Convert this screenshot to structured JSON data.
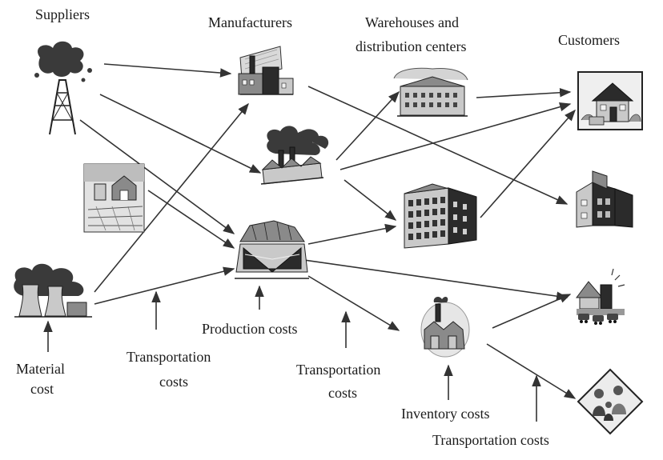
{
  "stages": {
    "suppliers": "Suppliers",
    "manufacturers": "Manufacturers",
    "warehouses_line1": "Warehouses and",
    "warehouses_line2": "distribution centers",
    "customers": "Customers"
  },
  "costs": {
    "material_line1": "Material",
    "material_line2": "cost",
    "transport1_line1": "Transportation",
    "transport1_line2": "costs",
    "production": "Production costs",
    "transport2_line1": "Transportation",
    "transport2_line2": "costs",
    "inventory": "Inventory costs",
    "transport3": "Transportation costs"
  },
  "icons": {
    "supplier_oil": "oil-well-icon",
    "supplier_farm": "farm-icon",
    "supplier_power": "power-plant-icon",
    "manufacturer_1": "factory-icon",
    "manufacturer_2": "smokestack-factory-icon",
    "manufacturer_3": "mine-icon",
    "warehouse_1": "warehouse-icon",
    "warehouse_2": "office-building-icon",
    "warehouse_3": "distribution-plant-icon",
    "customer_1": "house-icon",
    "customer_2": "store-icon",
    "customer_3": "town-icon",
    "customer_4": "family-icon"
  }
}
